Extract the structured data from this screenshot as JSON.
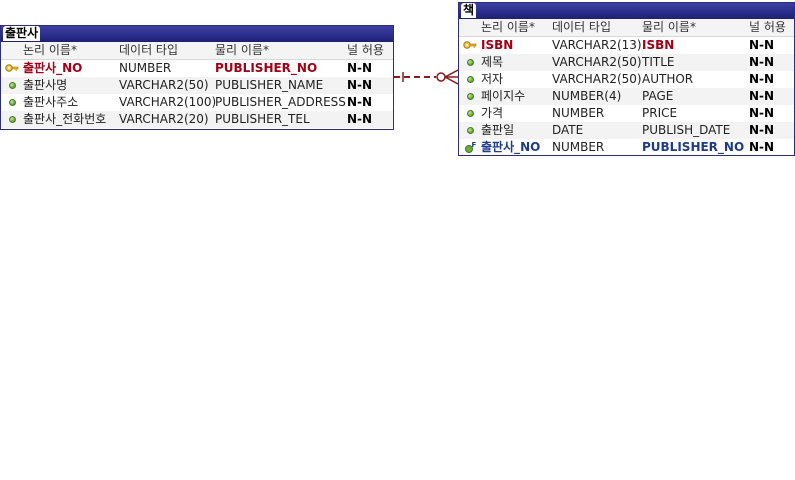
{
  "header": {
    "logical_name": "논리 이름*",
    "data_type": "데이터 타입",
    "physical_name": "물리 이름*",
    "nullable": "널 허용"
  },
  "entities": {
    "publisher": {
      "title": "출판사",
      "attributes": [
        {
          "logical": "출판사_NO",
          "type": "NUMBER",
          "physical": "PUBLISHER_NO",
          "nullable": "N-N",
          "key": "pk"
        },
        {
          "logical": "출판사명",
          "type": "VARCHAR2(50)",
          "physical": "PUBLISHER_NAME",
          "nullable": "N-N",
          "key": "none"
        },
        {
          "logical": "출판사주소",
          "type": "VARCHAR2(100)",
          "physical": "PUBLISHER_ADDRESS",
          "nullable": "N-N",
          "key": "none"
        },
        {
          "logical": "출판사_전화번호",
          "type": "VARCHAR2(20)",
          "physical": "PUBLISHER_TEL",
          "nullable": "N-N",
          "key": "none"
        }
      ]
    },
    "book": {
      "title": "책",
      "attributes": [
        {
          "logical": "ISBN",
          "type": "VARCHAR2(13)",
          "physical": "ISBN",
          "nullable": "N-N",
          "key": "pk"
        },
        {
          "logical": "제목",
          "type": "VARCHAR2(50)",
          "physical": "TITLE",
          "nullable": "N-N",
          "key": "none"
        },
        {
          "logical": "저자",
          "type": "VARCHAR2(50)",
          "physical": "AUTHOR",
          "nullable": "N-N",
          "key": "none"
        },
        {
          "logical": "페이지수",
          "type": "NUMBER(4)",
          "physical": "PAGE",
          "nullable": "N-N",
          "key": "none"
        },
        {
          "logical": "가격",
          "type": "NUMBER",
          "physical": "PRICE",
          "nullable": "N-N",
          "key": "none"
        },
        {
          "logical": "출판일",
          "type": "DATE",
          "physical": "PUBLISH_DATE",
          "nullable": "N-N",
          "key": "none"
        },
        {
          "logical": "출판사_NO",
          "type": "NUMBER",
          "physical": "PUBLISHER_NO",
          "nullable": "N-N",
          "key": "fk"
        }
      ]
    }
  },
  "colors": {
    "title_bar": "#2a2d88",
    "pk_text": "#a10015",
    "fk_text": "#1f3c88",
    "relationship": "#8b1a1a"
  },
  "relationship": {
    "from": "publisher",
    "to": "book",
    "cardinality": "one-to-zero-or-many",
    "line_style": "dashed"
  }
}
